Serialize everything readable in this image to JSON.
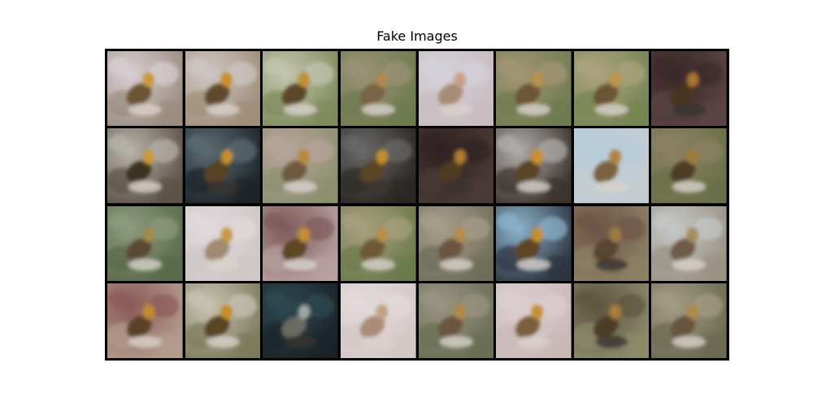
{
  "title": "Fake Images",
  "grid": {
    "rows": 4,
    "cols": 8,
    "tiles": [
      {
        "bg": "#d8d0d4",
        "mid": "#9a8c7e",
        "bird": "#6b5434",
        "accent": "#c99a3a",
        "dark": false
      },
      {
        "bg": "#cfc7c6",
        "mid": "#a08d78",
        "bird": "#5f4a2e",
        "accent": "#c9922e",
        "dark": false
      },
      {
        "bg": "#c4c6b0",
        "mid": "#7f8a5c",
        "bird": "#5a472a",
        "accent": "#c28f30",
        "dark": false
      },
      {
        "bg": "#9a9276",
        "mid": "#6e7a4e",
        "bird": "#7a6446",
        "accent": "#b08850",
        "dark": false
      },
      {
        "bg": "#d4d2da",
        "mid": "#c8bcc0",
        "bird": "#a88b74",
        "accent": "#c8a08a",
        "dark": false
      },
      {
        "bg": "#a39676",
        "mid": "#6f7b50",
        "bird": "#6c5638",
        "accent": "#b8904c",
        "dark": false
      },
      {
        "bg": "#ada480",
        "mid": "#758452",
        "bird": "#6a5436",
        "accent": "#be9448",
        "dark": false
      },
      {
        "bg": "#3a2628",
        "mid": "#5a4444",
        "bird": "#4a3420",
        "accent": "#a6742e",
        "dark": true
      },
      {
        "bg": "#b8b4ae",
        "mid": "#5c5246",
        "bird": "#3e3224",
        "accent": "#c99a3a",
        "dark": false
      },
      {
        "bg": "#5c6c74",
        "mid": "#1e2428",
        "bird": "#5a4226",
        "accent": "#c58e2e",
        "dark": true
      },
      {
        "bg": "#b8a49a",
        "mid": "#8c9070",
        "bird": "#6e5a40",
        "accent": "#b88a3a",
        "dark": false
      },
      {
        "bg": "#6a6a68",
        "mid": "#2a2624",
        "bird": "#5a4428",
        "accent": "#c48c2c",
        "dark": true
      },
      {
        "bg": "#2e2222",
        "mid": "#4a3a36",
        "bird": "#4e3a22",
        "accent": "#b07c30",
        "dark": true
      },
      {
        "bg": "#b2aeac",
        "mid": "#3a342e",
        "bird": "#5a4428",
        "accent": "#c9922e",
        "dark": false
      },
      {
        "bg": "#b6ccda",
        "mid": "#c4ccd0",
        "bird": "#7a6240",
        "accent": "#b08240",
        "dark": false
      },
      {
        "bg": "#8c8264",
        "mid": "#6a7048",
        "bird": "#4e3e26",
        "accent": "#a07a38",
        "dark": false
      },
      {
        "bg": "#8e9a7e",
        "mid": "#5a6a4a",
        "bird": "#5a4a30",
        "accent": "#a08a48",
        "dark": false
      },
      {
        "bg": "#e0dadc",
        "mid": "#cfc6c6",
        "bird": "#a08a70",
        "accent": "#c89a44",
        "dark": false
      },
      {
        "bg": "#7e5a5c",
        "mid": "#b8a0a0",
        "bird": "#5e4628",
        "accent": "#c48e30",
        "dark": false
      },
      {
        "bg": "#a8a080",
        "mid": "#6c7a4c",
        "bird": "#6e5838",
        "accent": "#b88e48",
        "dark": false
      },
      {
        "bg": "#a89e8c",
        "mid": "#6e6e58",
        "bird": "#6a5640",
        "accent": "#b48c4c",
        "dark": false
      },
      {
        "bg": "#8cb4cc",
        "mid": "#2e3440",
        "bird": "#5e4426",
        "accent": "#c68e2e",
        "dark": false
      },
      {
        "bg": "#6e5446",
        "mid": "#8c8064",
        "bird": "#5a4430",
        "accent": "#9e7a44",
        "dark": true
      },
      {
        "bg": "#c4c8c6",
        "mid": "#9a9284",
        "bird": "#6e5c48",
        "accent": "#a88c60",
        "dark": false
      },
      {
        "bg": "#8a5a58",
        "mid": "#b49c8c",
        "bird": "#5a4228",
        "accent": "#c08c30",
        "dark": false
      },
      {
        "bg": "#c8c4b4",
        "mid": "#7e7a5c",
        "bird": "#5a4428",
        "accent": "#c48e2c",
        "dark": false
      },
      {
        "bg": "#2e4852",
        "mid": "#1a2226",
        "bird": "#6a6a64",
        "accent": "#9ea4a0",
        "dark": true
      },
      {
        "bg": "#e2dadc",
        "mid": "#d4c8c6",
        "bird": "#a88c78",
        "accent": "#c4a088",
        "dark": false
      },
      {
        "bg": "#9a9482",
        "mid": "#6a6e54",
        "bird": "#6a5640",
        "accent": "#b08a44",
        "dark": false
      },
      {
        "bg": "#dccfd2",
        "mid": "#cab8b8",
        "bird": "#7c5e3c",
        "accent": "#c8903a",
        "dark": false
      },
      {
        "bg": "#5e5440",
        "mid": "#8c8a6a",
        "bird": "#4e3c26",
        "accent": "#a87e38",
        "dark": true
      },
      {
        "bg": "#a49c84",
        "mid": "#6c6a52",
        "bird": "#685440",
        "accent": "#ac8a4c",
        "dark": false
      }
    ]
  }
}
